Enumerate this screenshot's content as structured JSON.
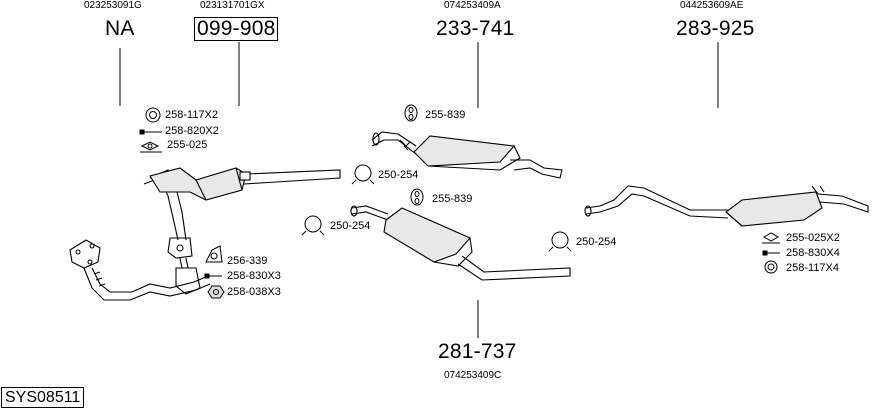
{
  "assemblies": {
    "a1": {
      "oem": "023253091G",
      "number": "NA"
    },
    "a2": {
      "oem": "023131701GX",
      "number": "099-908"
    },
    "a3": {
      "oem": "074253409A",
      "number": "233-741"
    },
    "a4": {
      "oem": "044253609AE",
      "number": "283-925"
    },
    "a5": {
      "oem": "074253409C",
      "number": "281-737"
    }
  },
  "parts": {
    "p_258_117x2": "258-117X2",
    "p_258_820x2": "258-820X2",
    "p_255_025": "255-025",
    "p_256_339": "256-339",
    "p_258_830x3": "258-830X3",
    "p_258_038x3": "258-038X3",
    "p_255_839_a": "255-839",
    "p_250_254_a": "250-254",
    "p_255_839_b": "255-839",
    "p_250_254_b": "250-254",
    "p_250_254_c": "250-254",
    "p_255_025x2": "255-025X2",
    "p_258_830x4": "258-830X4",
    "p_258_117x4": "258-117X4"
  },
  "system_code": "SYS08511",
  "icons": [
    "ring-clamp-icon",
    "bolt-icon",
    "gasket-icon",
    "flange-gasket-icon",
    "nut-icon",
    "rubber-hanger-icon",
    "pipe-clamp-icon"
  ]
}
